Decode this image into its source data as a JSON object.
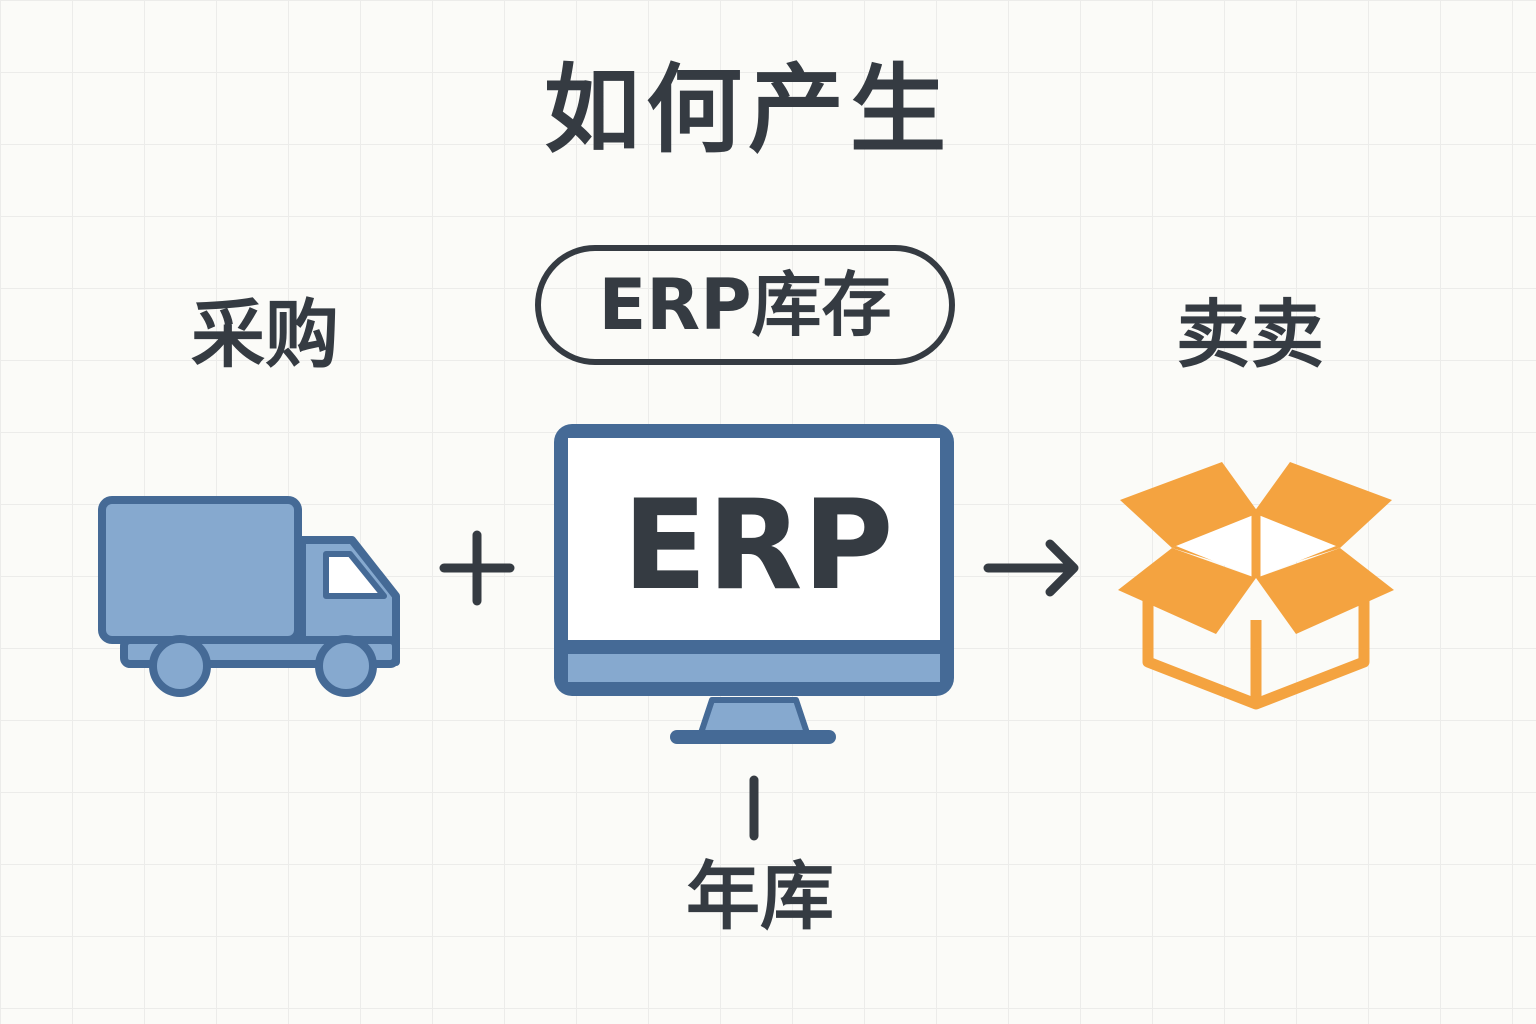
{
  "title": "如何产生",
  "purchase": {
    "label": "采购",
    "icon": "truck-icon"
  },
  "erp_inventory": {
    "label": "ERP库存"
  },
  "monitor": {
    "label": "ERP",
    "icon": "monitor-icon"
  },
  "sell": {
    "label": "卖卖",
    "icon": "open-box-icon"
  },
  "year_inventory": {
    "label": "年库"
  },
  "operators": {
    "plus": "plus-icon",
    "arrow": "arrow-right-icon"
  },
  "colors": {
    "truck_fill": "#86a9cf",
    "truck_outline": "#456a96",
    "monitor_frame": "#456a96",
    "monitor_screen": "#ffffff",
    "monitor_bar": "#86a9cf",
    "box_fill": "#f4a340",
    "text": "#353b42"
  }
}
